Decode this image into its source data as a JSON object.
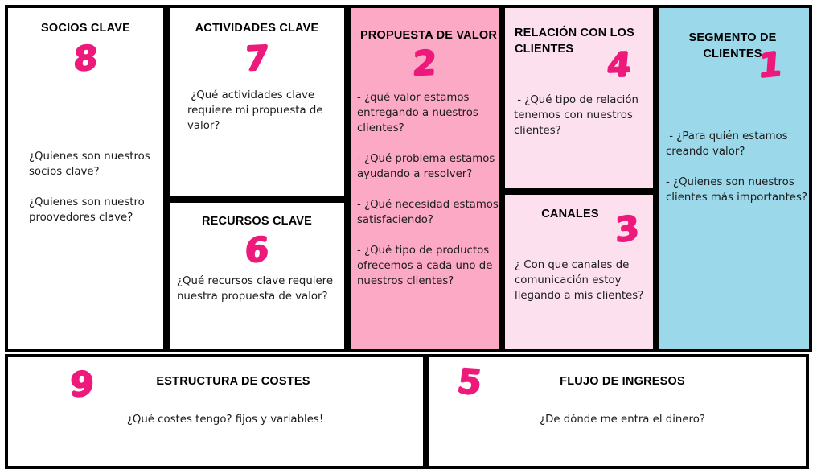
{
  "meta": {
    "colors": {
      "value_proposition_fill": "#FCA9C6",
      "customer_relationships_fill": "#FDE0EE",
      "channels_fill": "#FDE0EE",
      "customer_segments_fill": "#9BD8E9",
      "number_accent": "#ED1A7B",
      "border": "#000000",
      "default_fill": "#FFFFFF"
    }
  },
  "blocks": {
    "key_partners": {
      "title": "SOCIOS CLAVE",
      "number": "8",
      "text": "¿Quienes son nuestros socios clave?\n\n¿Quienes son nuestro proovedores clave?"
    },
    "key_activities": {
      "title": "ACTIVIDADES CLAVE",
      "number": "7",
      "text": " ¿Qué actividades clave requiere mi propuesta de valor?"
    },
    "key_resources": {
      "title": "RECURSOS CLAVE",
      "number": "6",
      "text": "¿Qué recursos clave requiere nuestra propuesta de valor?"
    },
    "value_proposition": {
      "title": "PROPUESTA DE VALOR",
      "number": "2",
      "text": "- ¿qué valor estamos entregando a nuestros clientes?\n\n- ¿Qué problema estamos ayudando a resolver?\n\n- ¿Qué necesidad estamos satisfaciendo?\n\n- ¿Qué tipo de productos ofrecemos a cada uno de nuestros clientes?"
    },
    "customer_relationships": {
      "title": "RELACIÓN CON LOS CLIENTES",
      "number": "4",
      "text": " - ¿Qué tipo de relación tenemos con nuestros clientes?"
    },
    "channels": {
      "title": "CANALES",
      "number": "3",
      "text": "¿ Con que canales de comunicación estoy llegando a mis clientes?"
    },
    "customer_segments": {
      "title": "SEGMENTO DE CLIENTES",
      "number": "1",
      "text": " - ¿Para quién estamos creando valor?\n\n- ¿Quienes son nuestros\nclientes más importantes?"
    },
    "cost_structure": {
      "title": "ESTRUCTURA DE COSTES",
      "number": "9",
      "text": "¿Qué costes tengo? fijos y variables!"
    },
    "revenue_streams": {
      "title": "FLUJO DE INGRESOS",
      "number": "5",
      "text": "¿De dónde me entra el dinero?"
    }
  }
}
